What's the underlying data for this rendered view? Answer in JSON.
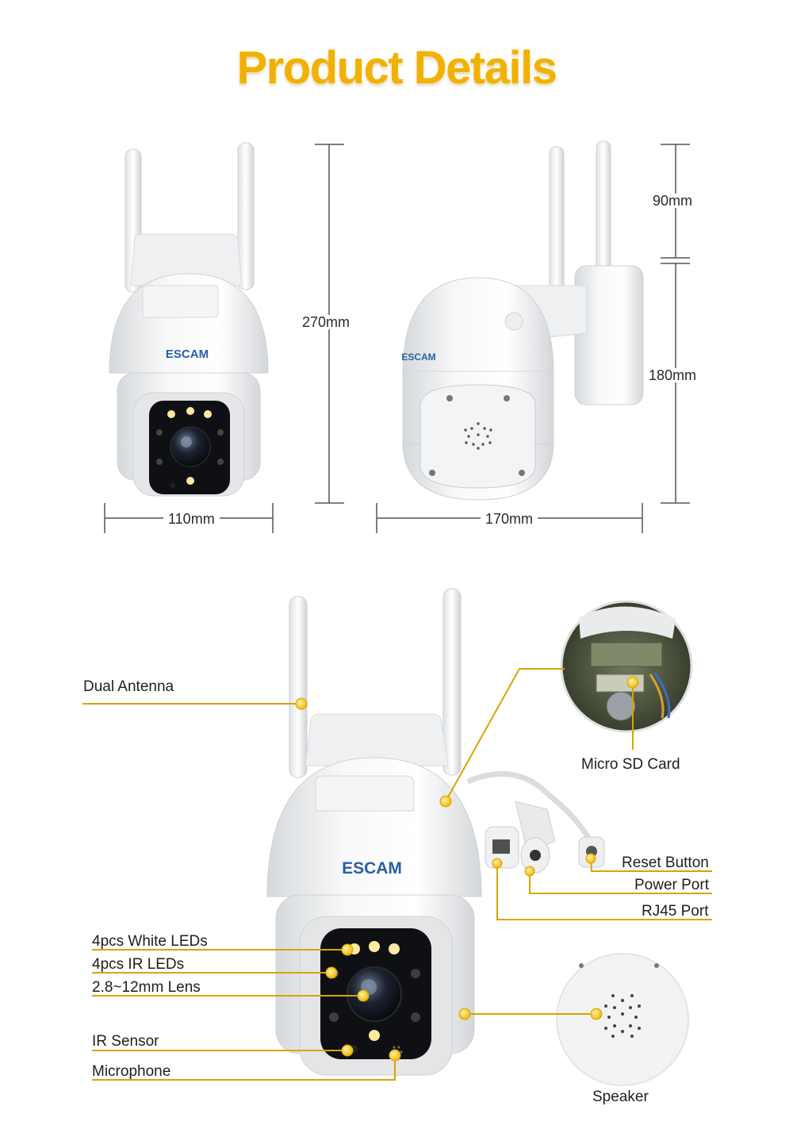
{
  "title": "Product Details",
  "colors": {
    "accent": "#f2b100",
    "line": "#d9a400",
    "dot": "#f5c400"
  },
  "camera": {
    "brand": "ESCAM"
  },
  "dimensions": {
    "height_front": "270mm",
    "width_front": "110mm",
    "antenna_height": "90mm",
    "body_height": "180mm",
    "depth_side": "170mm"
  },
  "features": {
    "dual_antenna": "Dual Antenna",
    "micro_sd": "Micro SD Card",
    "reset_button": "Reset Button",
    "power_port": "Power Port",
    "rj45_port": "RJ45 Port",
    "white_leds": "4pcs White LEDs",
    "ir_leds": "4pcs IR LEDs",
    "lens": "2.8~12mm Lens",
    "ir_sensor": "IR Sensor",
    "microphone": "Microphone",
    "speaker": "Speaker"
  }
}
